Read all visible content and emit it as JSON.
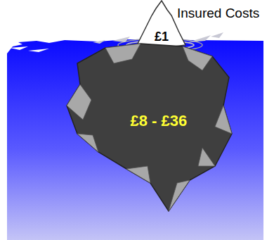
{
  "diagram": {
    "nodes": [
      {
        "text": [
          "£1"
        ]
      },
      {
        "text": [
          "£8 - £36"
        ]
      }
    ],
    "labels": [
      "Insured Costs"
    ]
  }
}
